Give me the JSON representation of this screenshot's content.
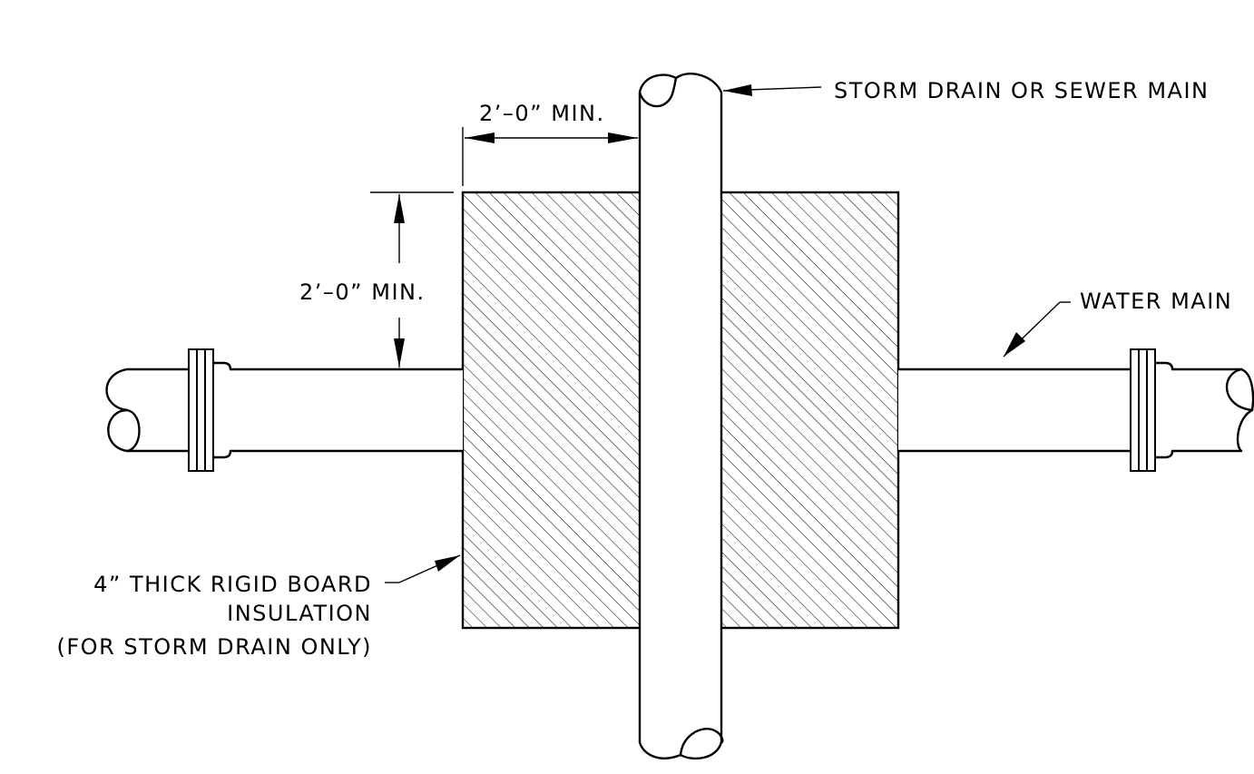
{
  "labels": {
    "storm_drain": "STORM DRAIN OR SEWER MAIN",
    "water_main": "WATER MAIN",
    "horizontal_clearance": "2’–0” MIN.",
    "vertical_clearance": "2’–0” MIN.",
    "insulation_line1": "4” THICK RIGID BOARD",
    "insulation_line2": "INSULATION",
    "insulation_line3": "(FOR STORM DRAIN ONLY)"
  }
}
